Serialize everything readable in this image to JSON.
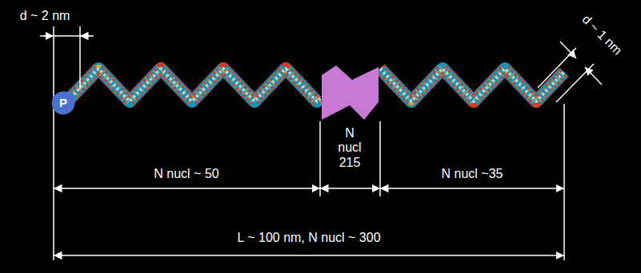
{
  "diagram": {
    "nodes": [
      {
        "text": [
          "P"
        ]
      }
    ],
    "labels": [
      "d ~ 2 nm",
      "d ~ 1 nm",
      "N nucl ~ 50",
      "N nucl 215",
      "N nucl ~35",
      "L ~ 100 nm, N nucl ~ 300"
    ]
  }
}
